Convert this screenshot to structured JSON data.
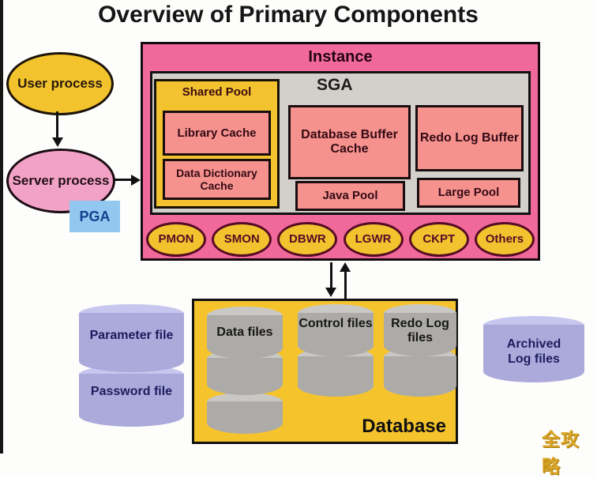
{
  "title": "Overview of Primary Components",
  "watermark": "全攻略",
  "flow": {
    "user_process": "User process",
    "server_process": "Server process",
    "pga": "PGA"
  },
  "instance": {
    "label": "Instance",
    "sga": {
      "label": "SGA",
      "shared_pool": {
        "label": "Shared Pool",
        "items": [
          "Library Cache",
          "Data Dictionary Cache"
        ]
      },
      "buffers": [
        "Database Buffer Cache",
        "Redo Log Buffer",
        "Java Pool",
        "Large Pool"
      ]
    },
    "background_processes": [
      "PMON",
      "SMON",
      "DBWR",
      "LGWR",
      "CKPT",
      "Others"
    ]
  },
  "database": {
    "label": "Database",
    "file_stacks": [
      {
        "label": "Data files",
        "segments": 3
      },
      {
        "label": "Control files",
        "segments": 2
      },
      {
        "label": "Redo Log files",
        "segments": 2
      }
    ]
  },
  "external_files": {
    "parameter_file": "Parameter file",
    "password_file": "Password file",
    "archived_log_files": "Archived Log files"
  },
  "colors": {
    "instance_pink": "#f1699b",
    "sga_gray": "#d3d0cc",
    "pool_yellow": "#f2c32e",
    "buffer_salmon": "#f6928e",
    "database_yellow": "#f5c42d",
    "pga_blue": "#92c8ef",
    "server_pink": "#f2a2c6",
    "file_purple": "#abaadb",
    "file_gray": "#adaba8",
    "watermark_gold": "#d9a526"
  }
}
